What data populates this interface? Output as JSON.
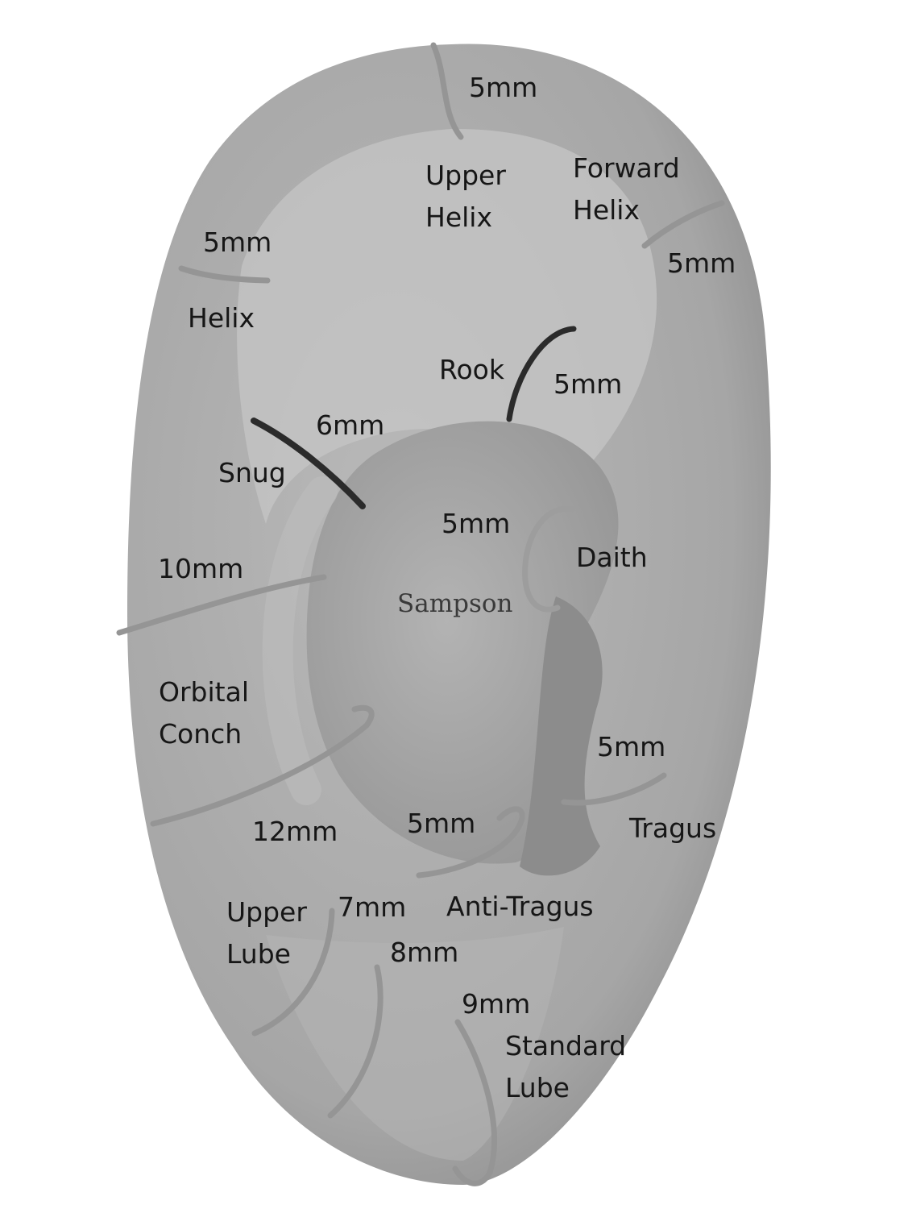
{
  "diagram": {
    "brand": "Sampson",
    "colors": {
      "ear_outer": "#a9a9a9",
      "ear_rim": "#c2c2c2",
      "ear_bowl": "#a2a2a2",
      "ring_silver": "#9a9a9a",
      "ring_black": "#2a2a2a",
      "background": "#ffffff"
    },
    "piercings": [
      {
        "id": "upper-helix",
        "name_lines": [
          "Upper",
          "Helix"
        ],
        "size": "5mm",
        "ring": "silver"
      },
      {
        "id": "forward-helix",
        "name_lines": [
          "Forward",
          "Helix"
        ],
        "size": "5mm",
        "ring": "silver"
      },
      {
        "id": "helix",
        "name_lines": [
          "Helix"
        ],
        "size": "5mm",
        "ring": "silver"
      },
      {
        "id": "rook",
        "name_lines": [
          "Rook"
        ],
        "size": "5mm",
        "ring": "black"
      },
      {
        "id": "snug",
        "name_lines": [
          "Snug"
        ],
        "size": "6mm",
        "ring": "black"
      },
      {
        "id": "daith",
        "name_lines": [
          "Daith"
        ],
        "size": "5mm",
        "ring": "silver"
      },
      {
        "id": "orbital-conch-top",
        "name_lines": [
          "Orbital",
          "Conch"
        ],
        "size": "10mm",
        "ring": "silver"
      },
      {
        "id": "orbital-conch-bottom",
        "name_lines": [],
        "size": "12mm",
        "ring": "silver"
      },
      {
        "id": "tragus",
        "name_lines": [
          "Tragus"
        ],
        "size": "5mm",
        "ring": "silver"
      },
      {
        "id": "anti-tragus",
        "name_lines": [
          "Anti-Tragus"
        ],
        "size": "5mm",
        "ring": "silver"
      },
      {
        "id": "upper-lobe",
        "name_lines": [
          "Upper",
          "Lube"
        ],
        "size": "7mm",
        "ring": "silver"
      },
      {
        "id": "mid-lobe",
        "name_lines": [],
        "size": "8mm",
        "ring": "silver"
      },
      {
        "id": "standard-lobe",
        "name_lines": [
          "Standard",
          "Lube"
        ],
        "size": "9mm",
        "ring": "silver"
      }
    ]
  }
}
